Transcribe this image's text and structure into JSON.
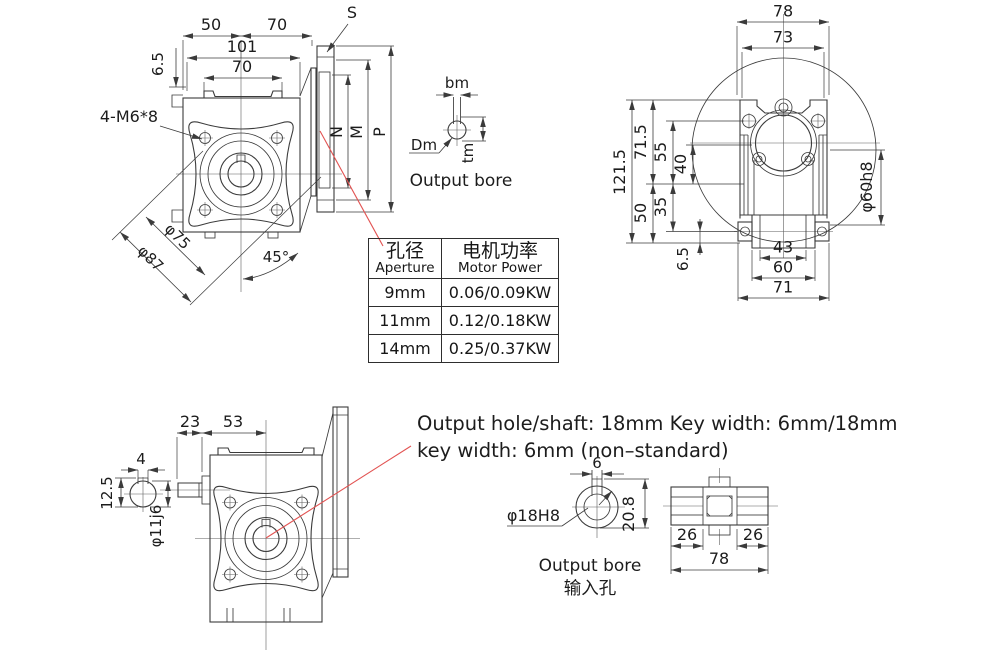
{
  "colors": {
    "line": "#3b3b3b",
    "red": "#e25352",
    "text": "#1c1c1c",
    "background": "#ffffff"
  },
  "top_left": {
    "dim_50": "50",
    "dim_70_top": "70",
    "dim_101": "101",
    "dim_70_face": "70",
    "dim_6_5": "6.5",
    "label_bolts": "4-M6*8",
    "dia_75": "φ75",
    "dia_87": "φ87",
    "angle_45": "45°",
    "label_s": "S",
    "dim_n": "N",
    "dim_m": "M",
    "dim_p": "P"
  },
  "output_bore_detail": {
    "bm": "bm",
    "dm": "Dm",
    "tm": "tm",
    "title": "Output bore"
  },
  "table": {
    "col1_cn": "孔径",
    "col1_en": "Aperture",
    "col2_cn": "电机功率",
    "col2_en": "Motor Power",
    "rows": [
      {
        "aperture": "9mm",
        "power": "0.06/0.09KW"
      },
      {
        "aperture": "11mm",
        "power": "0.12/0.18KW"
      },
      {
        "aperture": "14mm",
        "power": "0.25/0.37KW"
      }
    ]
  },
  "top_right": {
    "dim_78": "78",
    "dim_73": "73",
    "dim_121_5": "121.5",
    "dim_71_5": "71.5",
    "dim_55": "55",
    "dim_40": "40",
    "dim_50": "50",
    "dim_35": "35",
    "dim_6_5": "6.5",
    "dim_43": "43",
    "dim_60": "60",
    "dim_71": "71",
    "dia_60h8": "φ60h8"
  },
  "bottom_left": {
    "dim_23": "23",
    "dim_53": "53",
    "dim_4": "4",
    "dim_12_5": "12.5",
    "dia_11j6": "φ11j6"
  },
  "annotation": {
    "line1": "Output hole/shaft: 18mm Key width: 6mm/18mm",
    "line2": "key width: 6mm (non–standard)"
  },
  "bottom_bore": {
    "dim_6": "6",
    "dia_18h8": "φ18H8",
    "dim_20_8": "20.8",
    "title_en": "Output bore",
    "title_cn": "输入孔"
  },
  "shaft_section": {
    "dim_26_left": "26",
    "dim_26_right": "26",
    "dim_78": "78"
  }
}
